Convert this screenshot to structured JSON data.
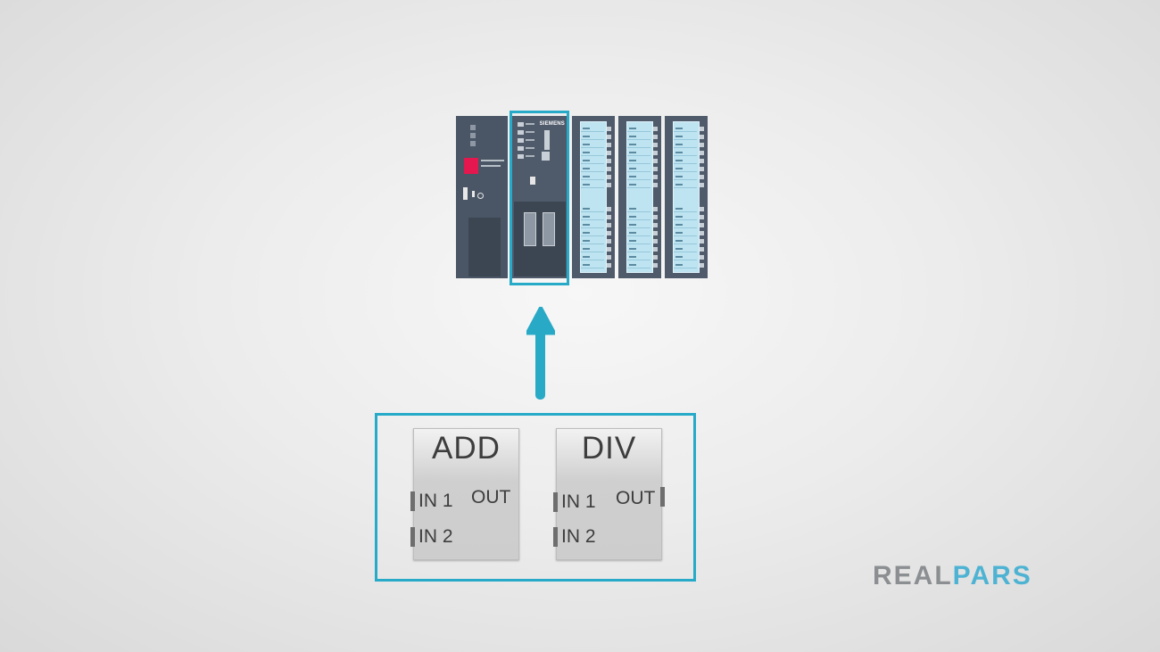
{
  "plc": {
    "cpu_brand": "SIEMENS"
  },
  "instructions": [
    {
      "title": "ADD",
      "in1": "IN 1",
      "in2": "IN 2",
      "out": "OUT"
    },
    {
      "title": "DIV",
      "in1": "IN 1",
      "in2": "IN 2",
      "out": "OUT"
    }
  ],
  "logo": {
    "part1": "REAL",
    "part2": "PARS"
  },
  "colors": {
    "accent": "#27aac8",
    "logo_grey": "#8c8f92",
    "logo_blue": "#4eb3d3",
    "psu_red": "#e4174f"
  }
}
